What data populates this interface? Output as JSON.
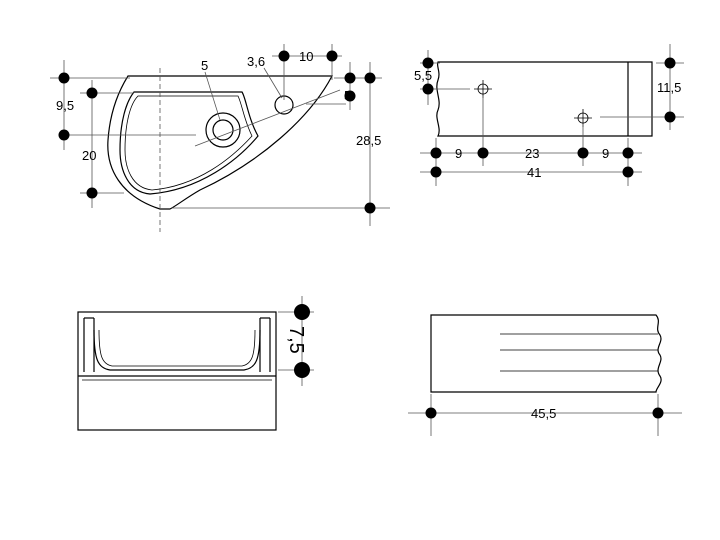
{
  "top_view": {
    "dim_hole_diameter": "5",
    "dim_tap_diameter": "3,6",
    "dim_tap_offset": "10",
    "dim_tap_edge": "5",
    "dim_drain_offset": "9,5",
    "dim_bowl_depth": "20",
    "dim_total_depth": "28,5"
  },
  "side_view": {
    "dim_top_offset": "5,5",
    "dim_right_height": "11,5",
    "dim_left": "9",
    "dim_middle": "23",
    "dim_right": "9",
    "dim_total": "41"
  },
  "front_view": {
    "dim_height": "7,5"
  },
  "end_view": {
    "dim_length": "45,5"
  }
}
